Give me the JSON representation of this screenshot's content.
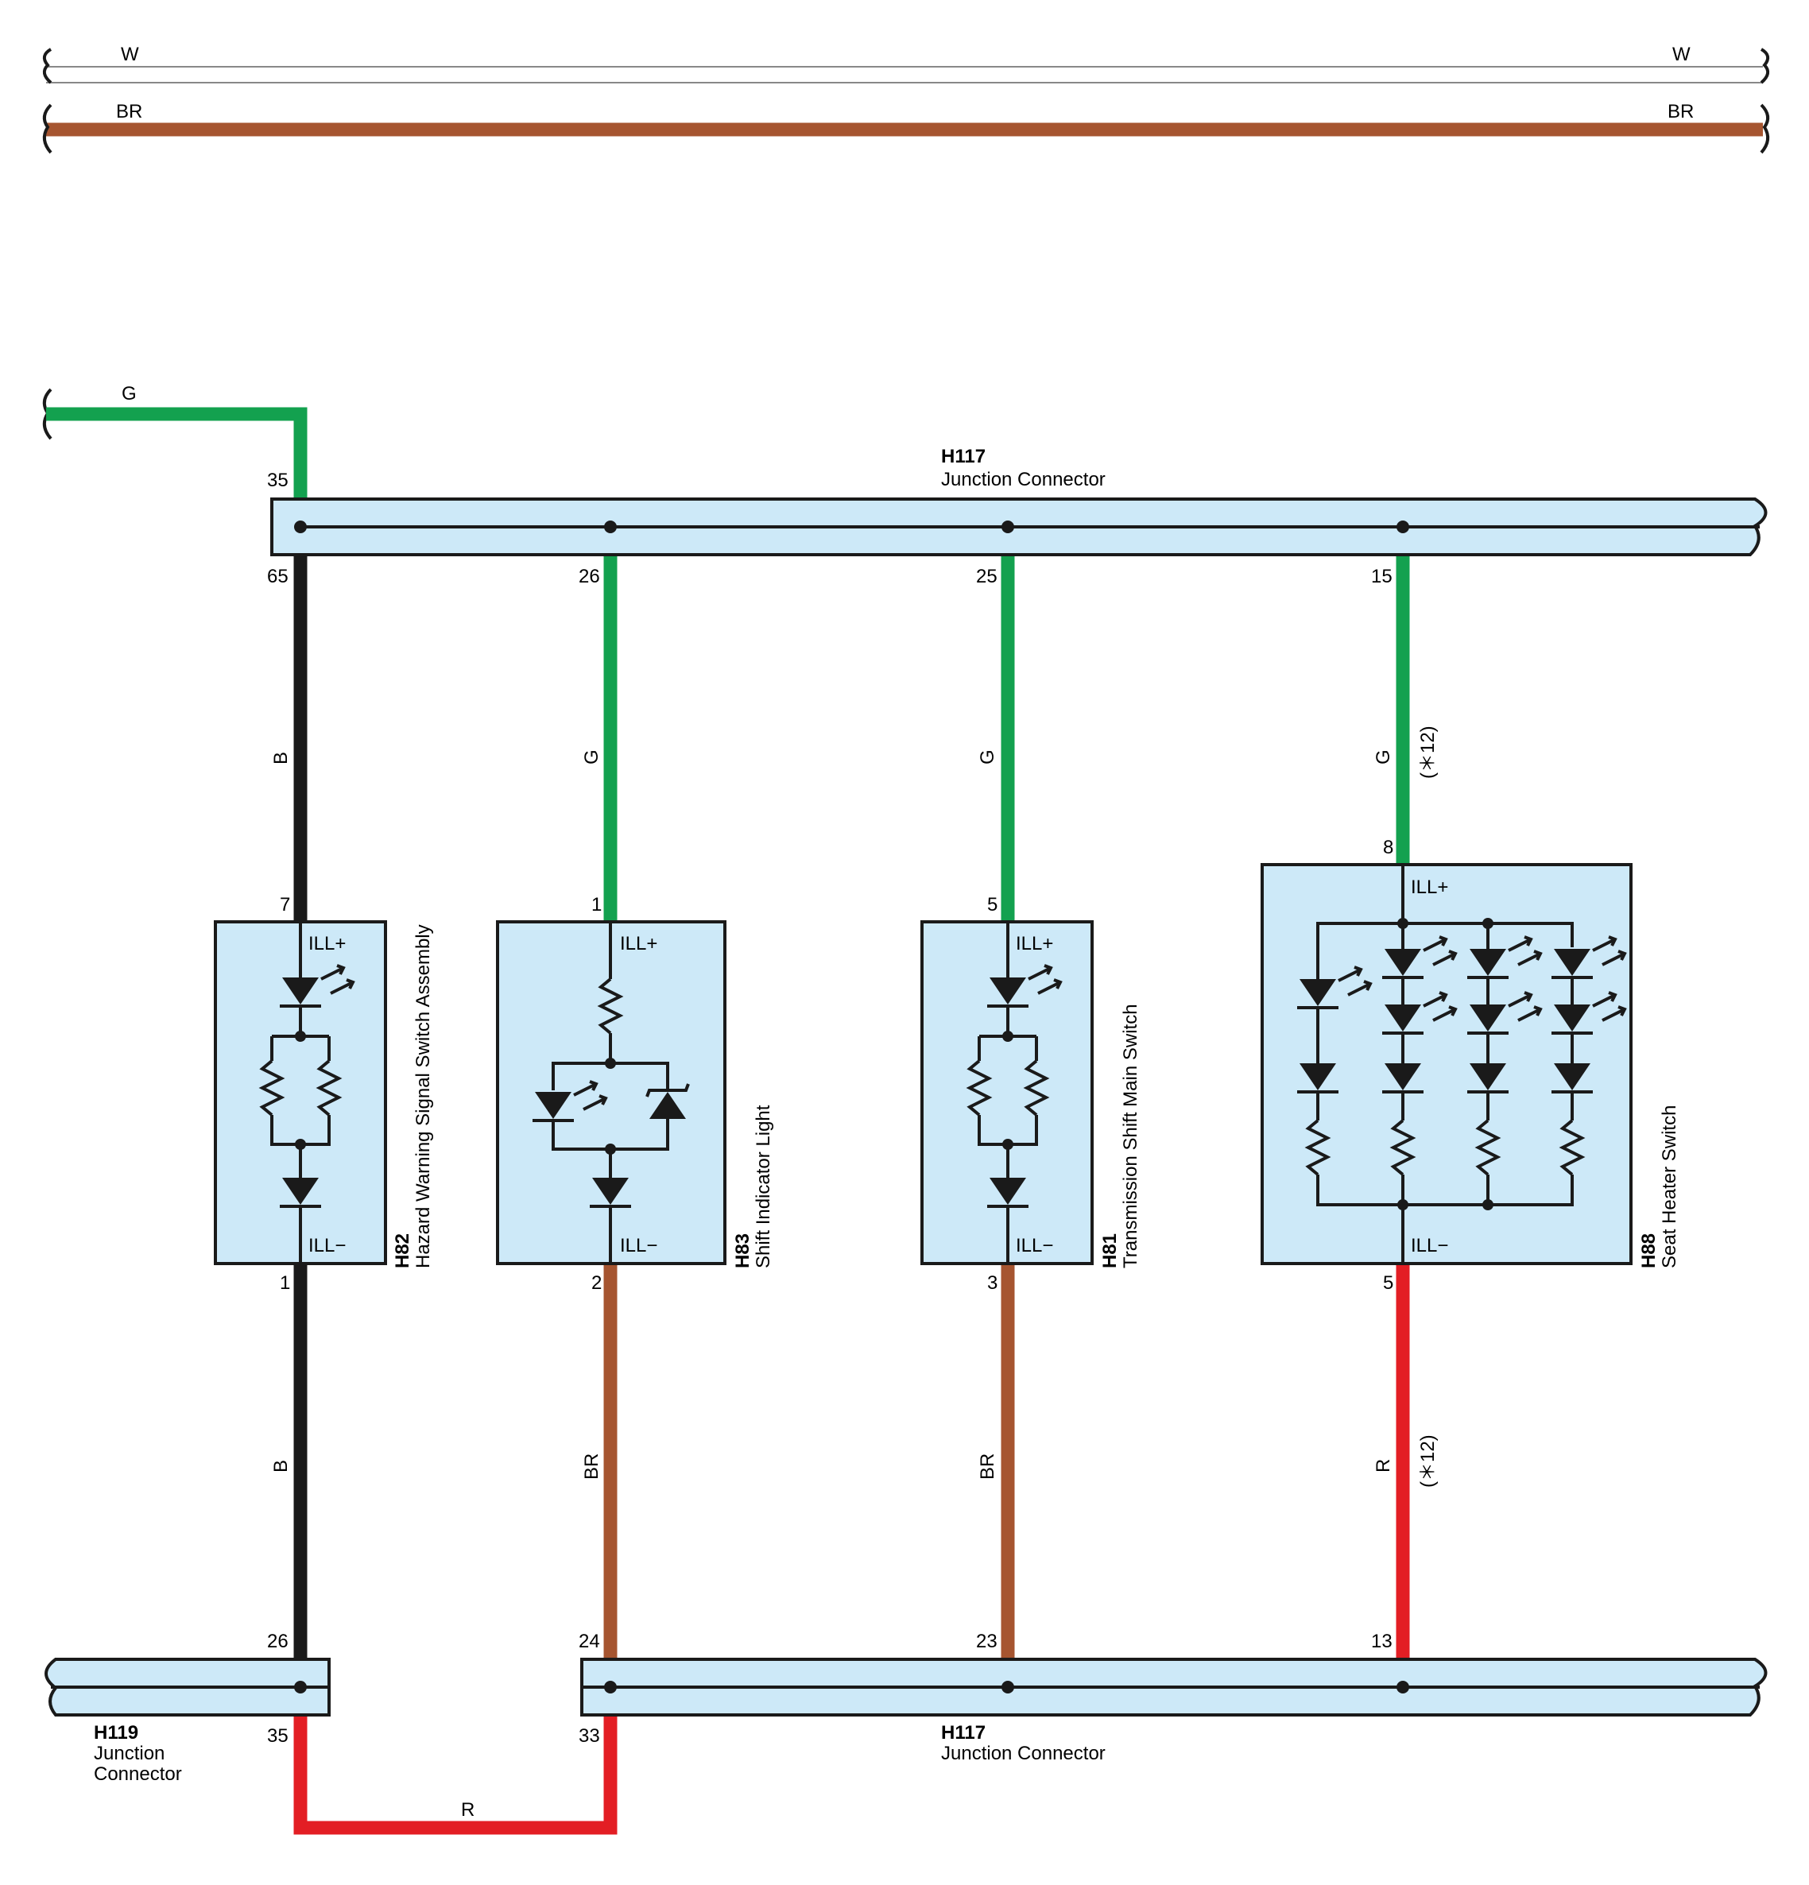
{
  "colors": {
    "W": "#ffffff",
    "BR": "#a65530",
    "G": "#13a14f",
    "B": "#1a1a1a",
    "R": "#e31e24",
    "component_fill": "#cde9f8",
    "line": "#1a1a1a"
  },
  "top_wires": {
    "W": {
      "left": "W",
      "right": "W"
    },
    "BR": {
      "left": "BR",
      "right": "BR"
    }
  },
  "input_wire": {
    "color": "G"
  },
  "junction_top": {
    "id": "H117",
    "name": "Junction Connector",
    "input_pin": "35",
    "pins": [
      "65",
      "26",
      "25",
      "15"
    ]
  },
  "junction_bottom_left": {
    "id": "H119",
    "name_line1": "Junction",
    "name_line2": "Connector",
    "pin_top": "26",
    "pin_bottom": "35"
  },
  "junction_bottom_right": {
    "id": "H117",
    "name": "Junction Connector",
    "pins": [
      "24",
      "23",
      "13"
    ],
    "pin_bottom": "33"
  },
  "link_wire": {
    "color": "R"
  },
  "components": [
    {
      "id": "H82",
      "name": "Hazard Warning Signal Switch Assembly",
      "pin_plus": "7",
      "pin_minus": "1",
      "ill_plus": "ILL+",
      "ill_minus": "ILL−",
      "wire_top": "B",
      "wire_bottom": "B"
    },
    {
      "id": "H83",
      "name": "Shift Indicator Light",
      "pin_plus": "1",
      "pin_minus": "2",
      "ill_plus": "ILL+",
      "ill_minus": "ILL−",
      "wire_top": "G",
      "wire_bottom": "BR"
    },
    {
      "id": "H81",
      "name": "Transmission Shift Main Switch",
      "pin_plus": "5",
      "pin_minus": "3",
      "ill_plus": "ILL+",
      "ill_minus": "ILL−",
      "wire_top": "G",
      "wire_bottom": "BR"
    },
    {
      "id": "H88",
      "name": "Seat Heater Switch",
      "pin_plus": "8",
      "pin_minus": "5",
      "ill_plus": "ILL+",
      "ill_minus": "ILL−",
      "wire_top": "G",
      "wire_bottom": "R",
      "wire_note": "(＊12)"
    }
  ]
}
